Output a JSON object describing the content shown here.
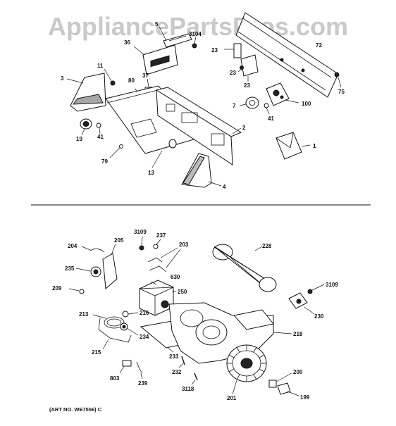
{
  "watermark": "AppliancePartsPros.com",
  "art_number": "(ART NO. WE7556) C",
  "upper_labels": {
    "l5": "5",
    "l3104": "3104",
    "l36": "36",
    "l23a": "23",
    "l72": "72",
    "l37": "37",
    "l11": "11",
    "l3": "3",
    "l80": "80",
    "l23b": "23",
    "l23c": "23",
    "l75": "75",
    "l7": "7",
    "l100": "100",
    "l41a": "41",
    "l41b": "41",
    "l19": "19",
    "l2": "2",
    "l1": "1",
    "l79": "79",
    "l13": "13",
    "l4": "4"
  },
  "lower_labels": {
    "l3109a": "3109",
    "l237": "237",
    "l204": "204",
    "l205": "205",
    "l203": "203",
    "l228": "228",
    "l235": "235",
    "l630": "630",
    "l209": "209",
    "l250": "250",
    "l3109b": "3109",
    "l213": "213",
    "l216": "216",
    "l230": "230",
    "l234": "234",
    "l218": "218",
    "l215": "215",
    "l233": "233",
    "l232": "232",
    "l200": "200",
    "l803": "803",
    "l239": "239",
    "l3118": "3118",
    "l201": "201",
    "l199": "199"
  }
}
